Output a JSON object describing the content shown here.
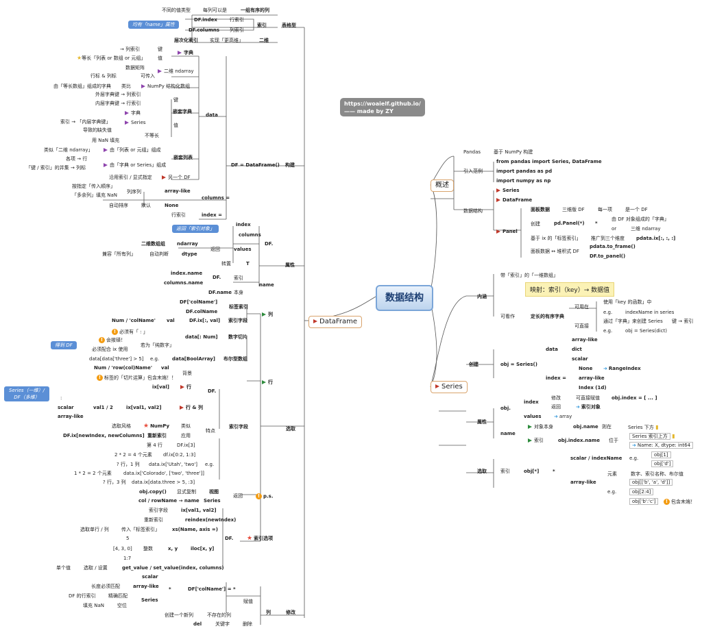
{
  "center": {
    "label": "数据结构"
  },
  "banner": {
    "line1": "https://woaielf.github.io/",
    "line2": "—— made by ZY"
  },
  "highlight": {
    "text": "映射：索引（key）→ 数据值"
  },
  "main_nodes": {
    "overview": "概述",
    "series": "Series",
    "dataframe": "DataFrame"
  },
  "callouts": {
    "name_attr": "均有「name」属性",
    "return_index": "返回「索引对象」",
    "return_df": "得到 DF",
    "series_df": "Series（一维）/ DF（多维）"
  },
  "df_top": {
    "tabular": "表格型",
    "ordered_cols": "一组有序的列",
    "diff_types": "不同的值类型",
    "each_col": "每列可以是",
    "index": "索引",
    "df_index": "DF.index",
    "row_idx": "行索引",
    "df_columns": "DF.columns",
    "col_idx": "列索引",
    "two_d": "二维",
    "hier_idx": "层次化索引",
    "higher_dim": "实现「更高维」"
  },
  "construct": {
    "dict": "字典",
    "row_index_arrow": "→ 列索引",
    "key": "键",
    "equal_len": "等长「列表 or 数组 or 元组」",
    "value": "值",
    "from_equal": "由「等长数组」组成的字典",
    "data_matrix": "数据矩阵",
    "ndarray2d": "二维 ndarray",
    "rows_cols": "行标 & 列标",
    "passable": "可传入",
    "analog": "类比",
    "structured": "NumPy 结构化数组",
    "outer_key": "外层字典键 → 列索引",
    "inner_key": "内层字典键 → 行索引",
    "key2": "键",
    "nested_dict": "嵌套字典",
    "dict2": "字典",
    "index_inner": "索引 → 「内层字典键」",
    "series": "Series",
    "value2": "值",
    "missing": "导致的缺失值",
    "unequal": "不等长",
    "nan_fill": "用 NaN 填充",
    "data": "data",
    "like_2d": "类似「二维 ndarray」",
    "from_list": "由「列表 or 元组」组成",
    "nested_list": "嵌套列表",
    "key_row": "各项 → 行",
    "from_dict_series": "由「字典 or Series」组成",
    "union": "「键 / 索引」的并集 → 列标",
    "follow_index": "沿用索引 / 显式指定",
    "another_df": "另一个 DF",
    "constructor": "DF = DataFrame()",
    "construct": "构建",
    "col_order": "按指定「传入顺序」",
    "col_seq": "列序列",
    "array_like": "array-like",
    "multi_col": "「多余列」填充 NaN",
    "columns_eq": "columns =",
    "auto_sort": "自动排序",
    "default": "默认",
    "none": "None",
    "row_idx2": "行索引",
    "index_eq": "index ="
  },
  "attrs": {
    "index": "index",
    "columns": "columns",
    "values": "values",
    "df": "DF.",
    "two_d_arr": "二维数组组",
    "ndarray": "ndarray",
    "returns": "返回",
    "compat": "兼容「所有列」",
    "auto": "自动判断",
    "dtype": "dtype",
    "transpose": "转置",
    "T": "T",
    "attribute": "属性",
    "index_name": "index.name",
    "columns_name": "columns.name",
    "df2": "DF.",
    "idx": "索引",
    "name": "name",
    "df_name": "DF.name",
    "self": "本身"
  },
  "select": {
    "col_label": "DF['colName']",
    "label_idx": "标签索引",
    "col_attr": "DF.colName",
    "col": "列",
    "num_colname": "Num / 'colName'",
    "val": "val",
    "df_ix": "DF.ix[:, val]",
    "idx_field": "索引字段",
    "must_colon": "必须有「 : 」",
    "error": "会报错！",
    "data_num": "data[: Num]",
    "num_slice": "数字切片",
    "is_num_idx": "若为「纯数字」",
    "must_ix": "必须配合 ix 使用",
    "data_bool": "data[BoolArray]",
    "bool_arr": "布尔型数组",
    "eg": "e.g.",
    "data_three": "data[data['three'] > 5]",
    "row": "行",
    "num_row": "Num / 'row(col)Name'",
    "val2": "val",
    "bg": "背景",
    "ix_val": "ix[val]",
    "row2": "行",
    "slice_note": "标签的「切片运算」包含末端！！",
    "colon": ":",
    "scalar": "scalar",
    "val12": "val1 / 2",
    "ix_val12": "ix[val1, val2]",
    "row_col": "行 & 列",
    "array_like": "array-like",
    "df3": "DF.",
    "idx_field2": "索引字段",
    "select": "选取",
    "pick_style": "选取风格",
    "numpy": "NumPy",
    "analog": "类似",
    "ix_reindex": "DF.ix[newIndex, newColumns]",
    "reindex": "重新索引",
    "apply": "应用",
    "feature": "特点",
    "row4": "第 4 行",
    "ix3": "DF.ix[3]",
    "row2x4": "2 * 2 = 4 个元素",
    "ix02": "df.ix[0:2, 1:3]",
    "row1": "? 行，1 列",
    "ix_utah": "data.ix['Utah', 'two']",
    "row1x2": "1 * 2 = 2 个元素",
    "ix_colorado": "data.ix['Colorado', ['two', 'three']]",
    "row3": "? 行，3 列",
    "ix_three": "data.ix[data.three > 5, :3]",
    "eg2": "e.g.",
    "obj_copy": "obj.copy()",
    "explicit_copy": "显式复制",
    "view": "视图",
    "col_row_name": "col / rowName → name",
    "series2": "Series",
    "returns2": "返回",
    "ps": "p.s.",
    "idx_field3": "索引字段",
    "ix_val12b": "ix[val1, val2]",
    "re_idx": "重新索引",
    "reindex2": "reindex(newIndex)",
    "pick_row_col": "选取单行 / 列",
    "pass_label": "传入「标签索引」",
    "xs": "xs(Name, axis =)",
    "five": "5",
    "list": "[4, 3, 0]",
    "int": "整数",
    "xy": "x, y",
    "iloc": "iloc[x, y]",
    "one7": "1:7",
    "single": "单个值",
    "set_get": "选取 / 设置",
    "get_set": "get_value / set_value(index, columns)",
    "df4": "DF.",
    "idx_options": "索引选项"
  },
  "modify": {
    "scalar": "scalar",
    "len_match": "长度必须匹配",
    "array_like": "array-like",
    "df_col": "DF['colName'] = *",
    "star": "*",
    "df_row": "DF 的行索引",
    "exact": "精确匹配",
    "series": "Series",
    "fill_nan": "填充 NaN",
    "vacancy": "空位",
    "assign": "赋值",
    "new_col": "创建一个新列",
    "not_exist": "不存在的列",
    "col": "列",
    "modify": "修改",
    "del": "del",
    "keyword": "关键字",
    "delete": "删除"
  },
  "overview": {
    "pandas": "Pandas",
    "based_numpy": "基于 NumPy 构建",
    "import_series": "from pandas import Series, DataFrame",
    "import_range": "引入范例",
    "import_pd": "import pandas as pd",
    "import_np": "import numpy as np",
    "series": "Series",
    "dataframe": "DataFrame",
    "data_struct": "数据结构",
    "panel": "Panel",
    "panel_data": "面板数据",
    "three_df": "三维版 DF",
    "each_item": "每一项",
    "is_df": "是一个 DF",
    "from_df_dict": "由 DF 对象组成的「字典」",
    "create": "创建",
    "pd_panel": "pd.Panel(*)",
    "star": "*",
    "or": "or",
    "ndarray3": "三维 ndarray",
    "ix_based": "基于 ix 的「标签索引」",
    "expand": "推广到三个维度",
    "pdata_ix": "pdata.ix[:, :, :]",
    "to_frame": "pdata.to_frame()",
    "panel_stack": "面板数据 ↔ 堆积式 DF",
    "to_panel": "DF.to_panel()"
  },
  "series": {
    "with_idx": "带「索引」的「一维数组」",
    "meaning": "内涵",
    "as": "可看作",
    "ordered_dict": "定长的有序字典",
    "usable": "可用在",
    "use_key": "使用「key 的函数」中",
    "eg": "e.g.",
    "idx_in": "indexName in series",
    "via_dict": "通过「字典」来创建 Series",
    "key_idx": "键 → 索引",
    "can_create": "可直接",
    "eg2": "e.g.",
    "obj_dict": "obj = Series(dict)",
    "array_like": "array-like",
    "dict": "dict",
    "scalar": "scalar",
    "data": "data",
    "create": "创建",
    "obj_series": "obj = Series()",
    "none": "None",
    "range_idx": "RangeIndex",
    "array_like2": "array-like",
    "index_eq": "index =",
    "index1d": "Index (1d)",
    "index": "index",
    "modify": "修改",
    "assign": "可直接赋值",
    "obj_index": "obj.index = [ ... ]",
    "returns": "返回",
    "idx_obj": "索引对象",
    "obj": "obj.",
    "values": "values",
    "array": "array",
    "attr": "属性",
    "obj_itself": "对象本身",
    "obj_name": "obj.name",
    "at": "则在",
    "below": "Series 下方",
    "index2": "索引",
    "obj_index_name": "obj.index.name",
    "located": "位于",
    "above": "Series 索引上方",
    "name": "name",
    "name_x": "Name: X, dtype: int64",
    "scalar_idx": "scalar / indexName",
    "eg3": "e.g.",
    "obj1": "obj[1]",
    "obj_d": "obj['d']",
    "select": "选取",
    "idx": "索引",
    "obj_star": "obj[*]",
    "star": "*",
    "elements": "元素",
    "num_idx_bool": "数字、索引名称、布尔值",
    "array_like3": "array-like",
    "obj_bad": "obj[['b', 'a', 'd']]",
    "eg4": "e.g.",
    "obj24": "obj[2:4]",
    "obj_bc": "obj['b':'c']",
    "inclusive": "包含末端！"
  }
}
